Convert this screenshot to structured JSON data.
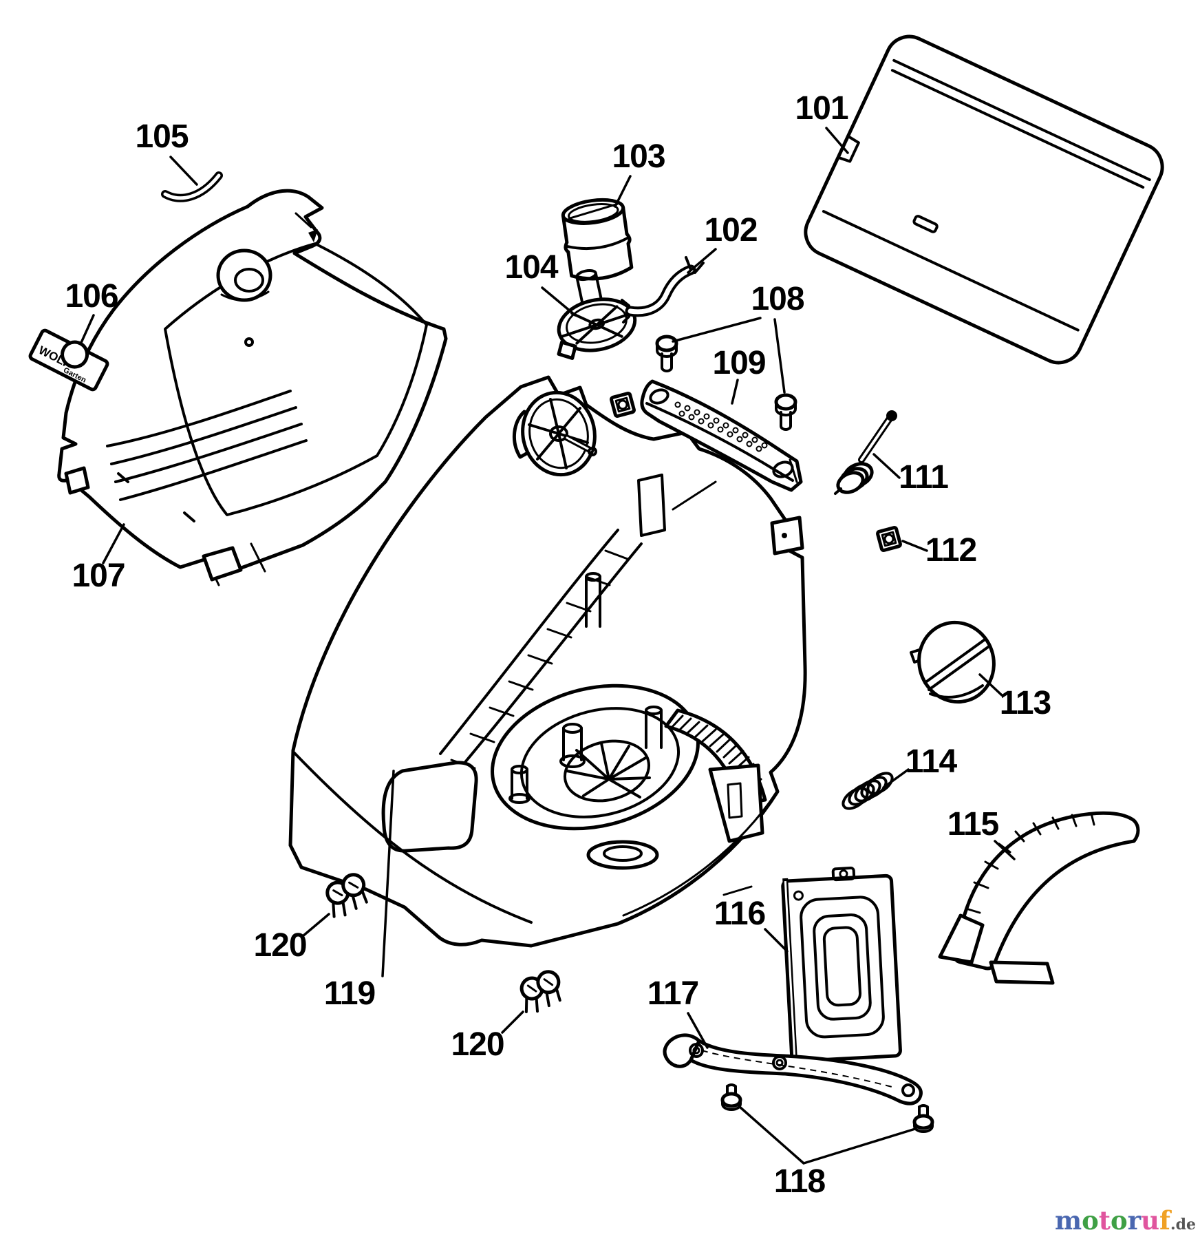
{
  "diagram": {
    "background": "#ffffff",
    "line_color": "#000000",
    "kind": "exploded-parts-diagram"
  },
  "labels": [
    {
      "part": "105"
    },
    {
      "part": "101"
    },
    {
      "part": "103"
    },
    {
      "part": "104"
    },
    {
      "part": "102"
    },
    {
      "part": "106"
    },
    {
      "part": "108"
    },
    {
      "part": "109"
    },
    {
      "part": "111"
    },
    {
      "part": "112"
    },
    {
      "part": "107"
    },
    {
      "part": "113"
    },
    {
      "part": "114"
    },
    {
      "part": "115"
    },
    {
      "part": "116"
    },
    {
      "part": "120"
    },
    {
      "part": "119"
    },
    {
      "part": "117"
    },
    {
      "part": "120"
    },
    {
      "part": "118"
    }
  ],
  "badge": {
    "brand": "WOLF",
    "sub": "Garten"
  },
  "watermark": {
    "letters": [
      {
        "ch": "m",
        "color": "#4a67b0"
      },
      {
        "ch": "o",
        "color": "#3fa045"
      },
      {
        "ch": "t",
        "color": "#e0559e"
      },
      {
        "ch": "o",
        "color": "#3fa045"
      },
      {
        "ch": "r",
        "color": "#4a67b0"
      },
      {
        "ch": "u",
        "color": "#e0559e"
      },
      {
        "ch": "f",
        "color": "#f0a125"
      }
    ],
    "suffix": ".de",
    "suffix_color": "#555555"
  }
}
